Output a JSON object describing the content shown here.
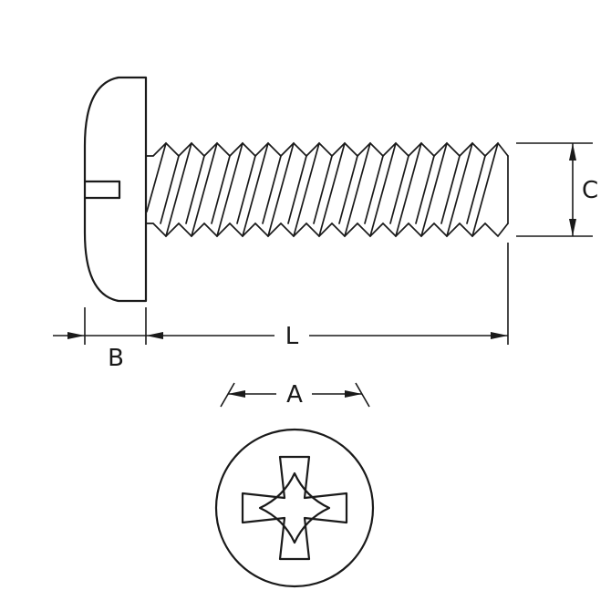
{
  "drawing": {
    "labels": {
      "A": "A",
      "B": "B",
      "C": "C",
      "L": "L"
    }
  },
  "colors": {
    "line": "#1a1a1a",
    "background": "#ffffff"
  }
}
